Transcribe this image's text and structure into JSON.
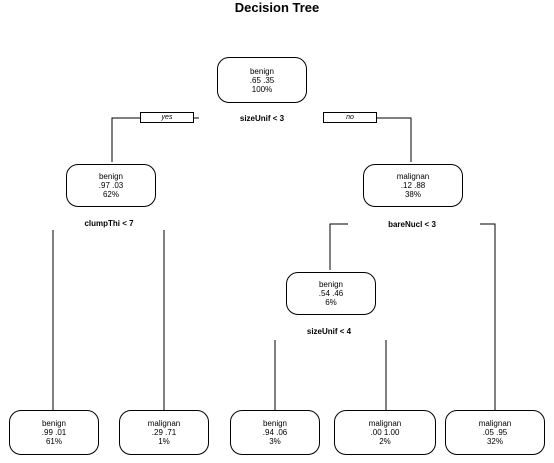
{
  "title": "Decision Tree",
  "branch_labels": {
    "yes": "yes",
    "no": "no"
  },
  "nodes": [
    {
      "label": "benign",
      "probs": ".65  .35",
      "pct": "100%"
    },
    {
      "label": "benign",
      "probs": ".97  .03",
      "pct": "62%"
    },
    {
      "label": "malignan",
      "probs": ".12  .88",
      "pct": "38%"
    },
    {
      "label": "benign",
      "probs": ".54  .46",
      "pct": "6%"
    },
    {
      "label": "benign",
      "probs": ".99  .01",
      "pct": "61%"
    },
    {
      "label": "malignan",
      "probs": ".29  .71",
      "pct": "1%"
    },
    {
      "label": "benign",
      "probs": ".94  .06",
      "pct": "3%"
    },
    {
      "label": "malignan",
      "probs": ".00  1.00",
      "pct": "2%"
    },
    {
      "label": "malignan",
      "probs": ".05  .95",
      "pct": "32%"
    }
  ],
  "splits": [
    {
      "text": "sizeUnif < 3"
    },
    {
      "text": "clumpThi < 7"
    },
    {
      "text": "bareNucl < 3"
    },
    {
      "text": "sizeUnif < 4"
    }
  ]
}
